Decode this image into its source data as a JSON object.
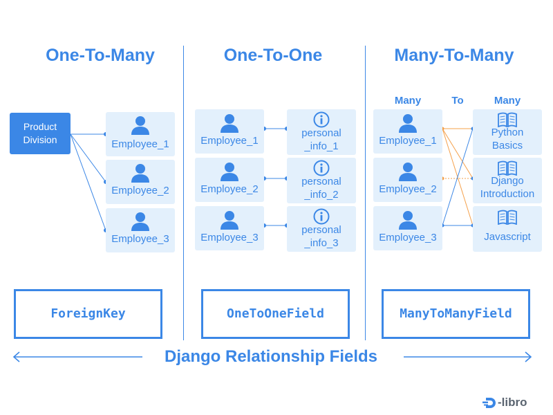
{
  "sections": {
    "one_to_many": {
      "title": "One-To-Many",
      "parent": "Product\nDivision",
      "items": [
        "Employee_1",
        "Employee_2",
        "Employee_3"
      ],
      "field": "ForeignKey"
    },
    "one_to_one": {
      "title": "One-To-One",
      "left": [
        "Employee_1",
        "Employee_2",
        "Employee_3"
      ],
      "right": [
        "personal\n_info_1",
        "personal\n_info_2",
        "personal\n_info_3"
      ],
      "field": "OneToOneField"
    },
    "many_to_many": {
      "title": "Many-To-Many",
      "headers": {
        "left": "Many",
        "middle": "To",
        "right": "Many"
      },
      "left": [
        "Employee_1",
        "Employee_2",
        "Employee_3"
      ],
      "right": [
        "Python\nBasics",
        "Django\nIntroduction",
        "Javascript"
      ],
      "field": "ManyToManyField"
    }
  },
  "footer": {
    "title": "Django Relationship Fields"
  },
  "brand": {
    "text": "-libro"
  },
  "icons": {
    "person": "person-icon",
    "info": "info-icon",
    "book": "book-icon",
    "arrow_left": "arrow-left-icon",
    "arrow_right": "arrow-right-icon",
    "logo": "d-libro-logo-icon"
  },
  "colors": {
    "accent": "#3b87e6",
    "box_bg": "#e3f0fc",
    "link_orange": "#f5a04a"
  }
}
